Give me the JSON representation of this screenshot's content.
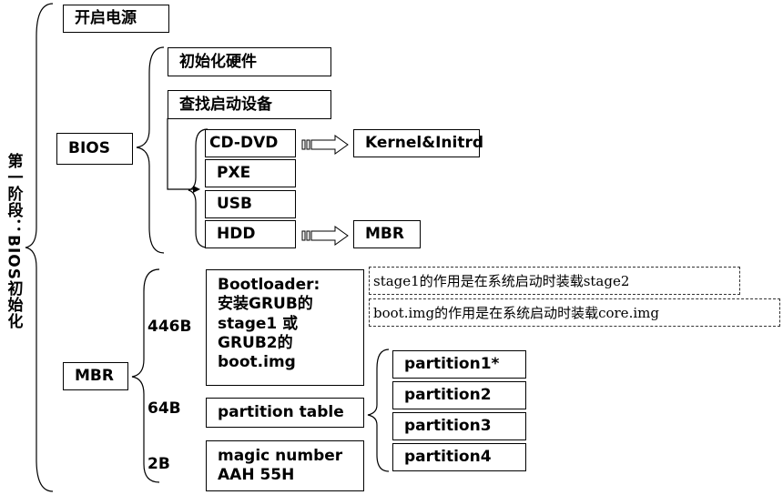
{
  "stage_title": "第一阶段：BIOS初始化",
  "power_on": "开启电源",
  "bios": {
    "label": "BIOS",
    "init_hw": "初始化硬件",
    "find_boot": "查找启动设备",
    "devices": [
      "CD-DVD",
      "PXE",
      "USB",
      "HDD"
    ],
    "cd_target": "Kernel&Initrd",
    "hdd_target": "MBR"
  },
  "mbr": {
    "label": "MBR",
    "sizes": [
      "446B",
      "64B",
      "2B"
    ],
    "bootloader": "Bootloader:\n安装GRUB的\nstage1 或\nGRUB2的\nboot.img",
    "partition_table": "partition table",
    "magic": "magic number\nAAH 55H",
    "partitions": [
      "partition1*",
      "partition2",
      "partition3",
      "partition4"
    ]
  },
  "notes": {
    "stage1": "stage1的作用是在系统启动时装载stage2",
    "bootimg": "boot.img的作用是在系统启动时装载core.img"
  }
}
